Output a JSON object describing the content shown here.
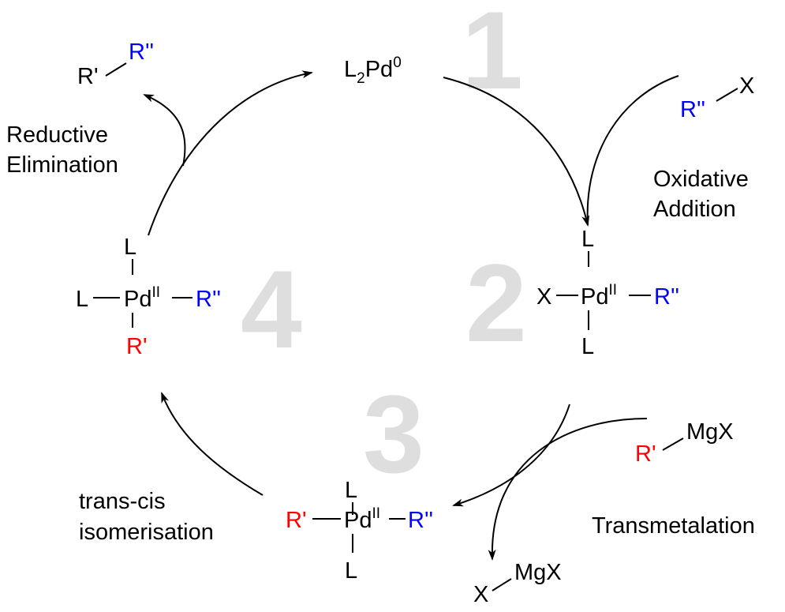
{
  "numbers": {
    "n1": "1",
    "n2": "2",
    "n3": "3",
    "n4": "4"
  },
  "catalyst": {
    "L": "L",
    "sub": "2",
    "Pd": "Pd",
    "sup": "0"
  },
  "product": {
    "r1": "R'",
    "r2": "R''"
  },
  "reductive_elimination": {
    "line1": "Reductive",
    "line2": "Elimination"
  },
  "halide": {
    "r2": "R''",
    "x": "X"
  },
  "oxidative_addition": {
    "line1": "Oxidative",
    "line2": "Addition"
  },
  "complex2": {
    "l_top": "L",
    "x": "X",
    "pd": "Pd",
    "ox": "II",
    "r2": "R''",
    "l_bottom": "L"
  },
  "complex3": {
    "l_top": "L",
    "r1": "R'",
    "pd": "Pd",
    "ox": "II",
    "r2": "R''",
    "l_bottom": "L"
  },
  "complex4": {
    "l_top": "L",
    "l_left": "L",
    "pd": "Pd",
    "ox": "II",
    "r2": "R''",
    "r1": "R'"
  },
  "grignard": {
    "r1": "R'",
    "mgx": "MgX"
  },
  "byproduct": {
    "x": "X",
    "mgx": "MgX"
  },
  "transmetalation": "Transmetalation",
  "isomerisation": {
    "line1": "trans-cis",
    "line2": "isomerisation"
  },
  "colors": {
    "blue": "#0000ff",
    "red": "#ff0000",
    "number_gray": "#dedede"
  }
}
